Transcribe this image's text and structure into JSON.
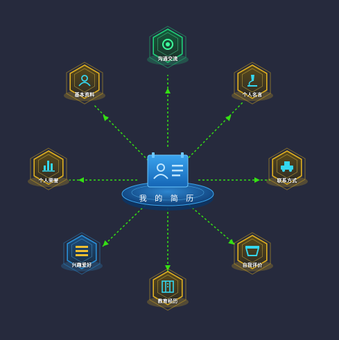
{
  "center": {
    "label": "我 的 简 历",
    "icon": "resume-id-card-icon",
    "color": "#2a8fd6"
  },
  "nodes": [
    {
      "key": "communication",
      "label": "沟通交流",
      "icon": "target-circle-icon",
      "theme": "green"
    },
    {
      "key": "motto",
      "label": "个人名言",
      "icon": "microscope-icon",
      "theme": "gold"
    },
    {
      "key": "contact",
      "label": "联系方式",
      "icon": "vehicle-icon",
      "theme": "gold"
    },
    {
      "key": "self-evaluation",
      "label": "自我评价",
      "icon": "basket-icon",
      "theme": "gold"
    },
    {
      "key": "education",
      "label": "教育经历",
      "icon": "book-stack-icon",
      "theme": "gold"
    },
    {
      "key": "hobbies",
      "label": "兴趣爱好",
      "icon": "layers-icon",
      "theme": "blue"
    },
    {
      "key": "achievements",
      "label": "个人荣誉",
      "icon": "bar-chart-icon",
      "theme": "gold"
    },
    {
      "key": "basic-info",
      "label": "基本资料",
      "icon": "user-profile-icon",
      "theme": "gold"
    }
  ],
  "colors": {
    "background": "#262a3d",
    "connector": "#35e014",
    "gold": "#e0b020",
    "green": "#1fd07a",
    "blue": "#2a8fd6"
  }
}
